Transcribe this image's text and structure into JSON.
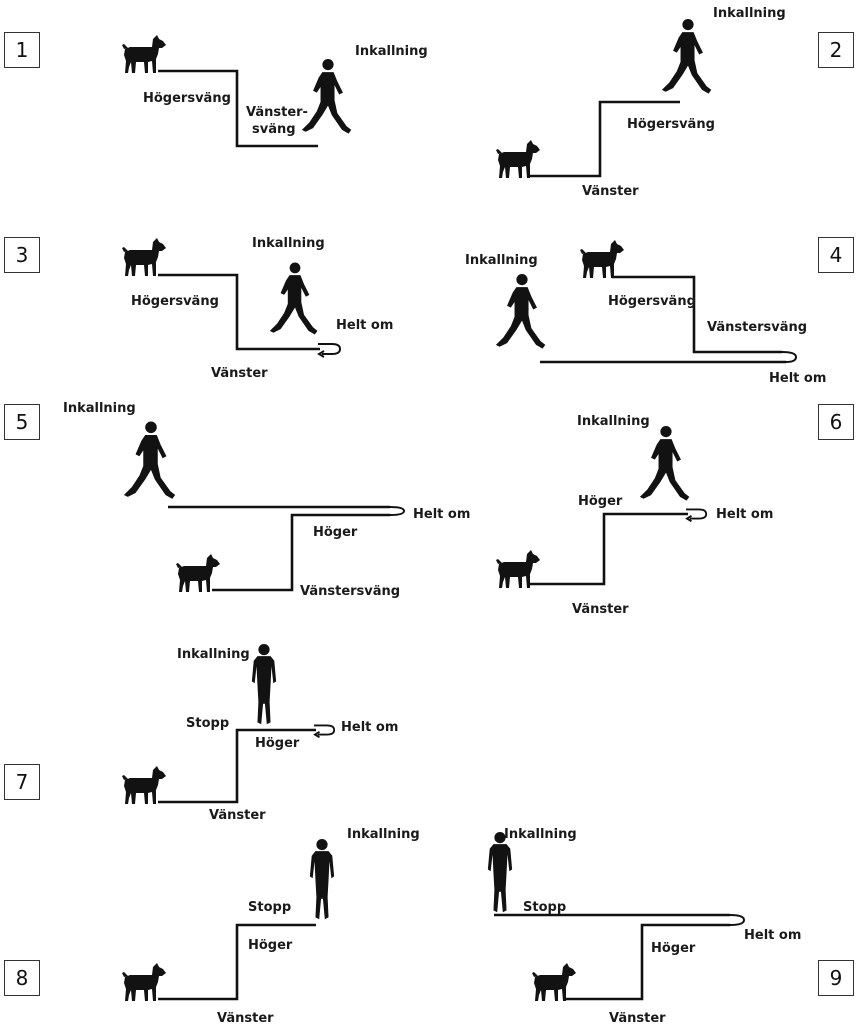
{
  "diagrams": [
    {
      "number": "1",
      "labels": [
        "Inkallning",
        "Högersväng",
        "Vänster-",
        "sväng"
      ]
    },
    {
      "number": "2",
      "labels": [
        "Inkallning",
        "Högersväng",
        "Vänster"
      ]
    },
    {
      "number": "3",
      "labels": [
        "Inkallning",
        "Högersväng",
        "Helt om",
        "Vänster"
      ]
    },
    {
      "number": "4",
      "labels": [
        "Inkallning",
        "Högersväng",
        "Vänstersväng",
        "Helt om"
      ]
    },
    {
      "number": "5",
      "labels": [
        "Inkallning",
        "Helt om",
        "Höger",
        "Vänstersväng"
      ]
    },
    {
      "number": "6",
      "labels": [
        "Inkallning",
        "Höger",
        "Helt om",
        "Vänster"
      ]
    },
    {
      "number": "7",
      "labels": [
        "Inkallning",
        "Stopp",
        "Helt om",
        "Höger",
        "Vänster"
      ]
    },
    {
      "number": "8",
      "labels": [
        "Inkallning",
        "Stopp",
        "Höger",
        "Vänster"
      ]
    },
    {
      "number": "9",
      "labels": [
        "Inkallning",
        "Stopp",
        "Helt om",
        "Höger",
        "Vänster"
      ]
    }
  ],
  "icons": {
    "dog": "dog-icon",
    "walking_person": "walking-person-icon",
    "standing_person": "standing-person-icon",
    "turnaround": "turnaround-arrow-icon"
  }
}
